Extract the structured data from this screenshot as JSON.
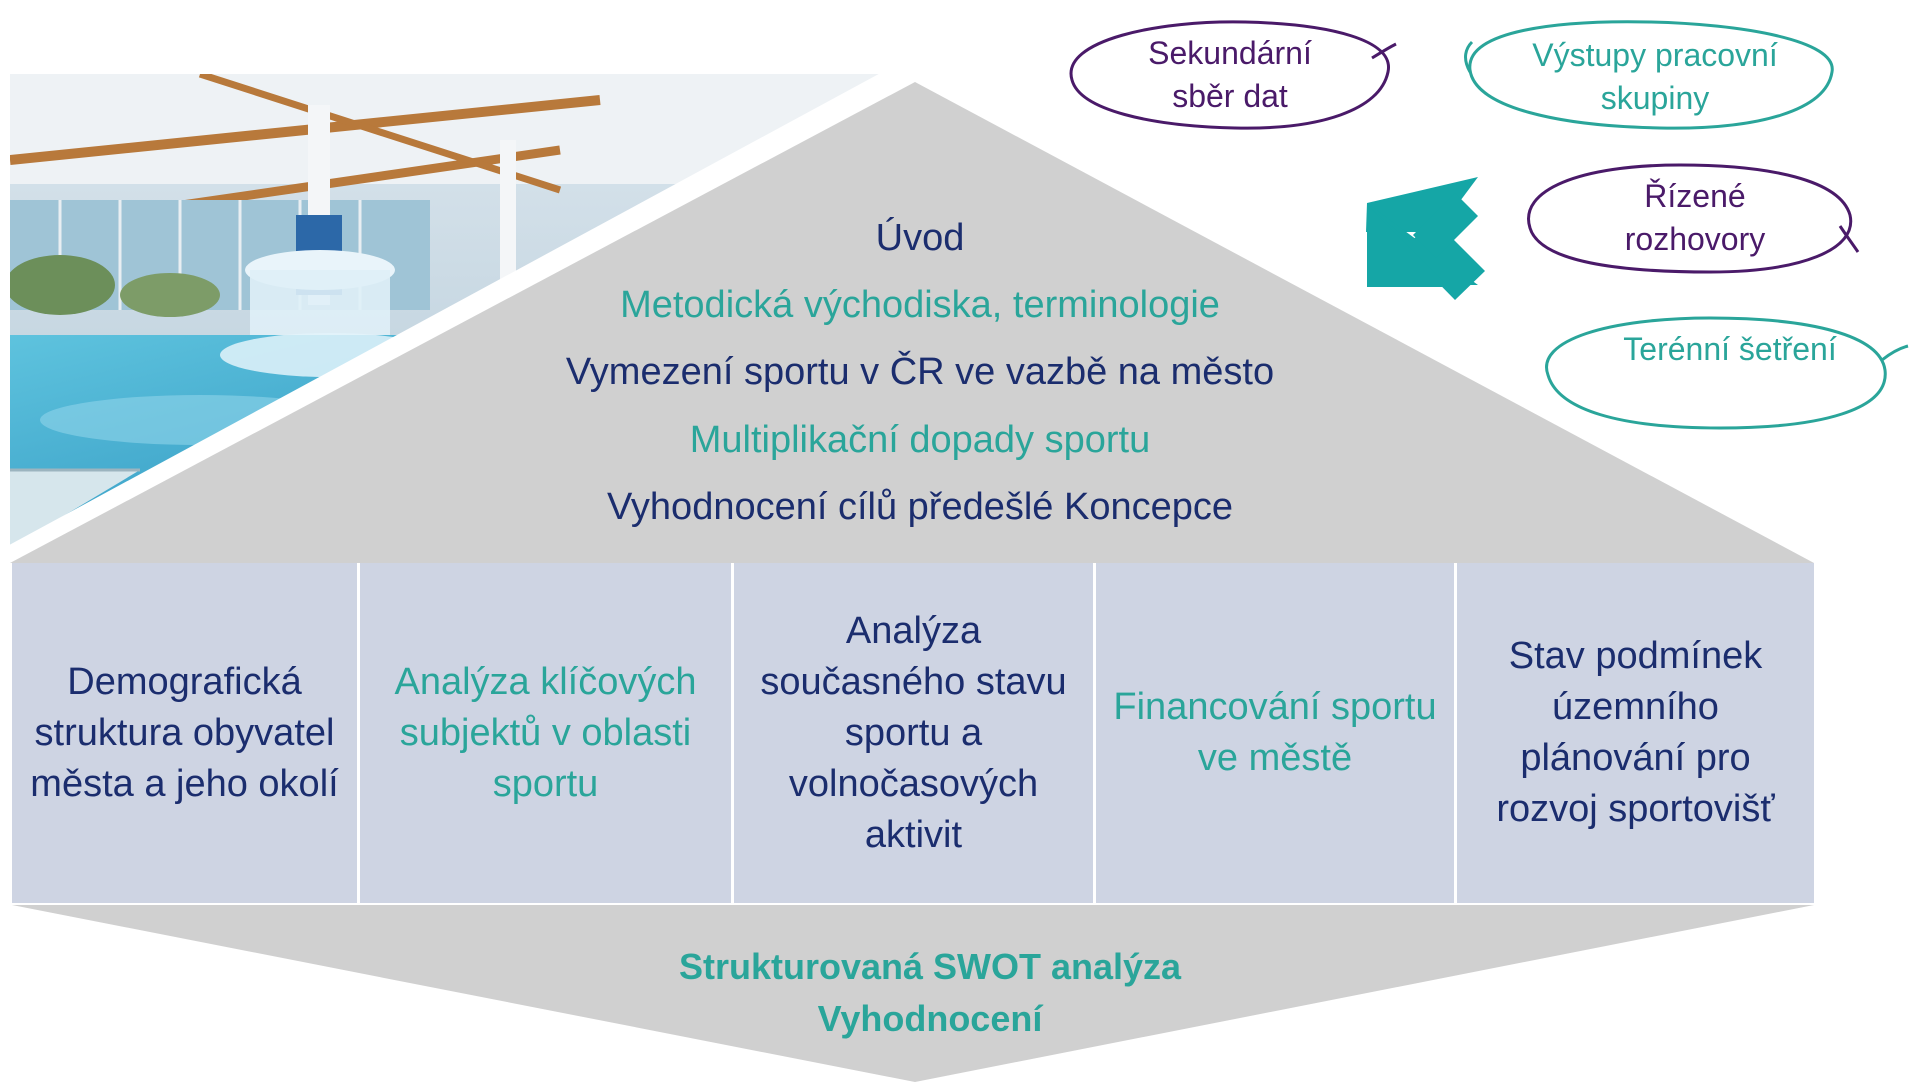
{
  "roof": {
    "lines": [
      "Úvod",
      "Metodická východiska, terminologie",
      "Vymezení sportu v ČR ve vazbě na město",
      "Multiplikační dopady sportu",
      "Vyhodnocení cílů předešlé Koncepce"
    ]
  },
  "pillars": [
    "Demografická struktura obyvatel města a jeho okolí",
    "Analýza klíčových subjektů v oblasti sportu",
    "Analýza současného stavu sportu a volnočasových aktivit",
    "Financování sportu ve městě",
    "Stav podmínek územního plánování pro rozvoj sportovišť"
  ],
  "base": {
    "line1": "Strukturovaná SWOT analýza",
    "line2": "Vyhodnocení"
  },
  "sources": [
    "Sekundární sběr dat",
    "Výstupy pracovní skupiny",
    "Řízené rozhovory",
    "Terénní šetření"
  ],
  "colors": {
    "navy": "#1b2d6e",
    "teal": "#2aa59a",
    "purple": "#4a1a69",
    "roof_gray": "#d0d0d0",
    "pillar_blue": "#ced4e3",
    "arrow_teal": "#15a6a6"
  },
  "icons": {
    "arrow": "arrow-down-left-icon",
    "photo": "indoor-pool-photo"
  }
}
